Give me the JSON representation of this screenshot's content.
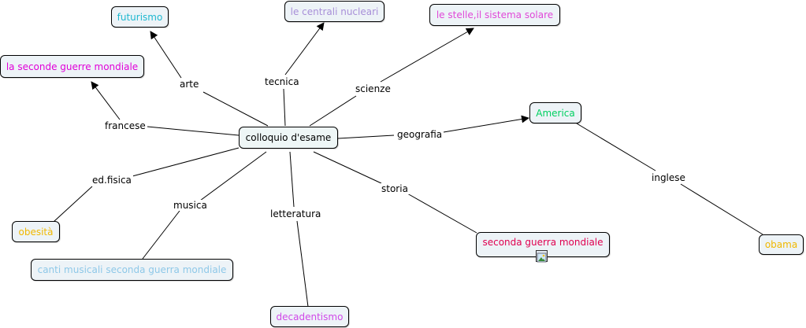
{
  "colors": {
    "center_bg": "#eef6f6",
    "node_bg": "#edf3f7",
    "futurismo": "#1fb8d0",
    "nucleari": "#a88fd8",
    "stelle": "#e048d8",
    "guerre_mondiale": "#e000d8",
    "america": "#00d060",
    "obesita": "#f0b800",
    "canti": "#8ec8e8",
    "decadentismo": "#d048e8",
    "seconda_guerra": "#e00050",
    "obama": "#f0b800"
  },
  "nodes": {
    "center": "colloquio d'esame",
    "futurismo": "futurismo",
    "nucleari": "le centrali nucleari",
    "stelle": "le stelle,il sistema solare",
    "guerre_mondiale": "la seconde guerre mondiale",
    "america": "America",
    "obesita": "obesità",
    "canti": "canti musicali seconda guerra mondiale",
    "decadentismo": "decadentismo",
    "seconda_guerra": "seconda guerra mondiale",
    "obama": "obama"
  },
  "links": {
    "arte": "arte",
    "tecnica": "tecnica",
    "scienze": "scienze",
    "francese": "francese",
    "geografia": "geografia",
    "edfisica": "ed.fisica",
    "musica": "musica",
    "letteratura": "letteratura",
    "storia": "storia",
    "inglese": "inglese"
  },
  "icons": {
    "attachment": "image-icon"
  }
}
